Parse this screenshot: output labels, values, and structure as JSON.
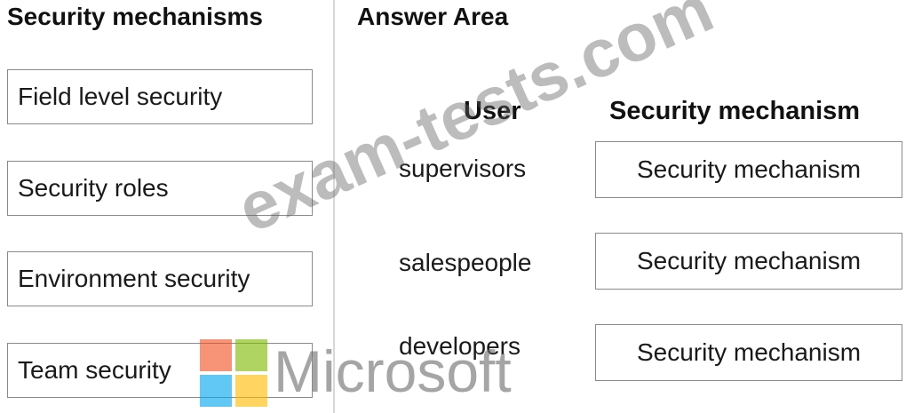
{
  "left_panel": {
    "title": "Security mechanisms",
    "items": [
      {
        "label": "Field level security"
      },
      {
        "label": "Security roles"
      },
      {
        "label": "Environment security"
      },
      {
        "label": "Team security"
      }
    ]
  },
  "right_panel": {
    "title": "Answer Area",
    "column_user": "User",
    "column_mechanism": "Security mechanism",
    "rows": [
      {
        "user": "supervisors",
        "drop_placeholder": "Security mechanism"
      },
      {
        "user": "salespeople",
        "drop_placeholder": "Security mechanism"
      },
      {
        "user": "developers",
        "drop_placeholder": "Security mechanism"
      }
    ]
  },
  "watermark": {
    "site_text": "exam-tests.com",
    "brand_text": "Microsoft",
    "logo_colors": {
      "red": "#f25022",
      "green": "#7fba00",
      "blue": "#00a4ef",
      "yellow": "#ffb900"
    }
  }
}
